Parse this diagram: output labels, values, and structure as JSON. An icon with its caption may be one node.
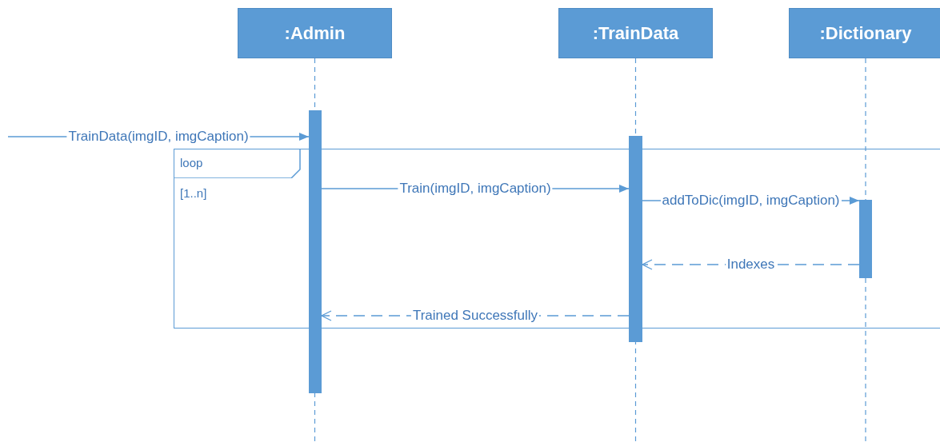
{
  "diagram": {
    "nodes": [
      {
        "text": [
          ":Admin"
        ]
      },
      {
        "text": [
          ":TrainData"
        ]
      },
      {
        "text": [
          ":Dictionary"
        ]
      },
      {
        "text": [],
        "shape": "bar"
      },
      {
        "text": [],
        "shape": "bar"
      },
      {
        "text": [],
        "shape": "bar",
        "in": 6
      },
      {
        "text": [
          "loop",
          "[1..n]"
        ]
      }
    ],
    "edges": [
      {
        "from": null,
        "to": 3,
        "arrow": "to",
        "label": "TrainData(imgID, imgCaption)"
      },
      {
        "from": 3,
        "to": 4,
        "arrow": "to",
        "label": "Train(imgID, imgCaption)"
      },
      {
        "from": 4,
        "to": 5,
        "arrow": "to",
        "label": "addToDic(imgID, imgCaption)"
      },
      {
        "from": 5,
        "to": 4,
        "arrow": "to",
        "label": "Indexes",
        "style": "dashed"
      },
      {
        "from": 4,
        "to": 3,
        "arrow": "to",
        "label": "Trained Successfully",
        "style": "dashed"
      }
    ]
  }
}
